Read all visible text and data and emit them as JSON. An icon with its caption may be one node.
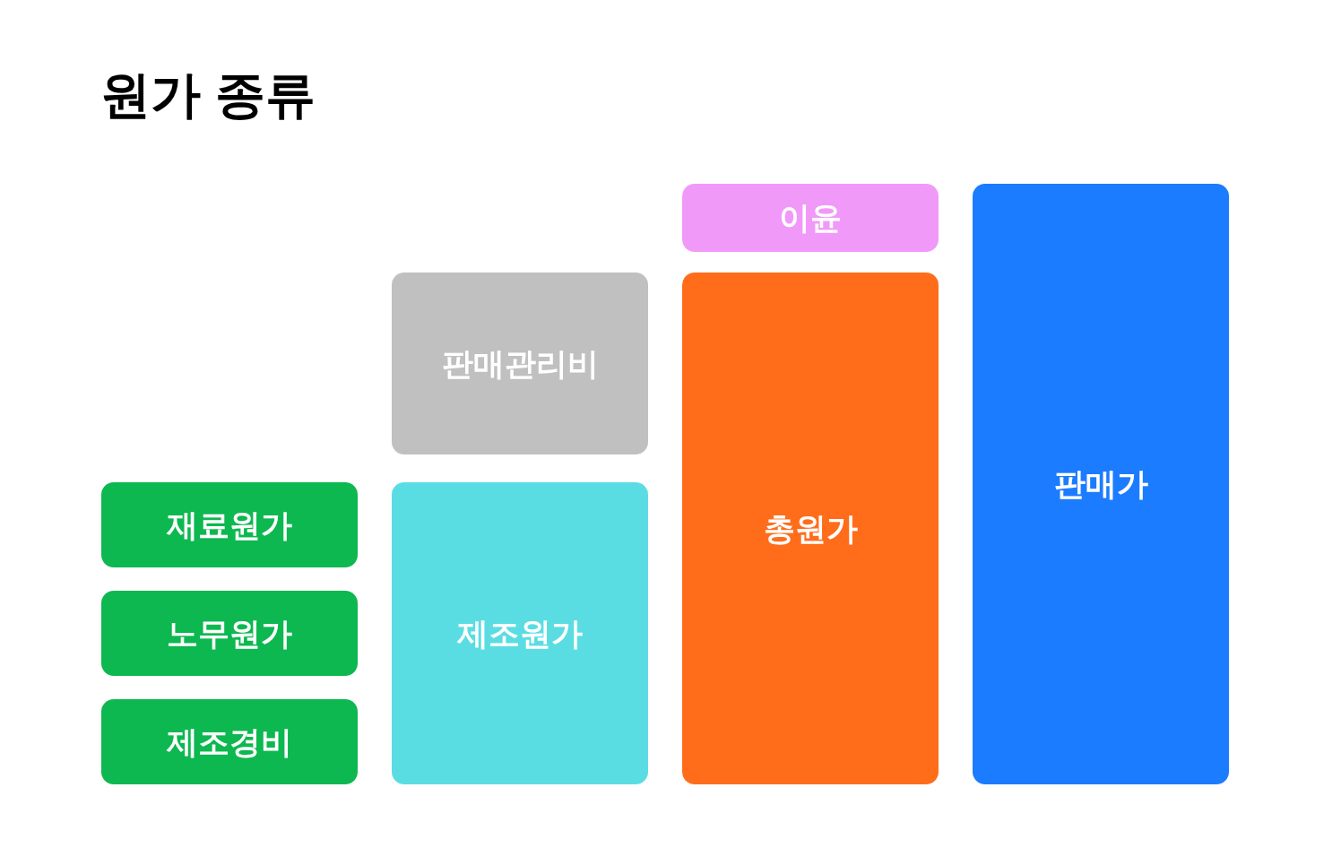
{
  "diagram": {
    "title": "원가 종류",
    "nodes": [
      {
        "text": [
          "재료원가"
        ]
      },
      {
        "text": [
          "노무원가"
        ]
      },
      {
        "text": [
          "제조경비"
        ]
      },
      {
        "text": [
          "판매관리비"
        ]
      },
      {
        "text": [
          "제조원가"
        ]
      },
      {
        "text": [
          "이윤"
        ]
      },
      {
        "text": [
          "총원가"
        ]
      },
      {
        "text": [
          "판매가"
        ]
      }
    ]
  }
}
